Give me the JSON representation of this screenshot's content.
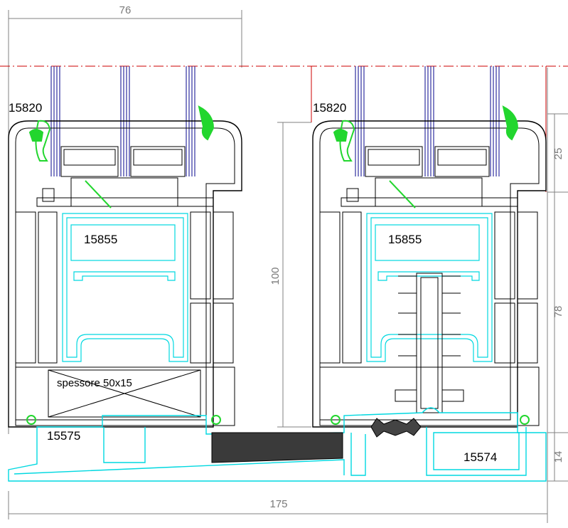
{
  "dimensions": {
    "top_width": "76",
    "total_width": "175",
    "height_center": "100",
    "right_upper": "25",
    "right_middle": "78",
    "right_lower": "14"
  },
  "profiles": {
    "glazing_bead_left": "15820",
    "glazing_bead_right": "15820",
    "sash_left": "15855",
    "sash_right": "15855",
    "track_left": "15575",
    "track_right": "15574"
  },
  "notes": {
    "reinforcement": "spessore 50x15"
  },
  "colors": {
    "profile_outline": "#000000",
    "reinforcement_cyan": "#00d8e0",
    "gasket_green": "#22d62e",
    "dimension_gray": "#808080",
    "axis_red": "#cc0000",
    "glass_blue": "#3030a0",
    "threshold_fill": "#3a3a3a"
  }
}
